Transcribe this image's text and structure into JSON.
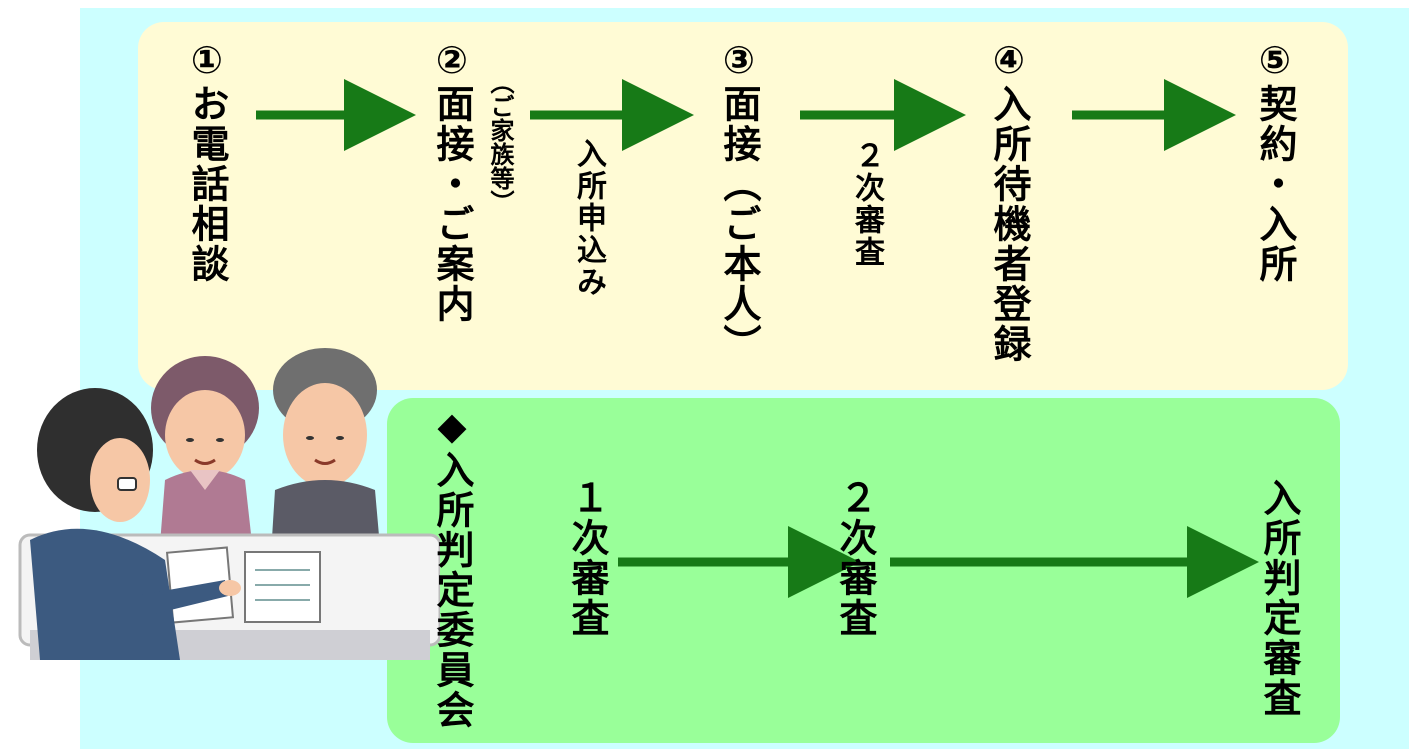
{
  "flow": {
    "steps": [
      {
        "label": "①お電話相談"
      },
      {
        "label": "②面接・ご案内",
        "note": "（ご家族等）"
      },
      {
        "label": "③面接（ご本人）"
      },
      {
        "label": "④入所待機者登録"
      },
      {
        "label": "⑤契約・入所"
      }
    ],
    "arrow_labels": [
      "入所申込み",
      "２次審査"
    ]
  },
  "committee": {
    "title": "◆入所判定委員会",
    "stages": [
      "１次審査",
      "２次審査",
      "入所判定審査"
    ]
  },
  "colors": {
    "outer_bg": "#ccffff",
    "top_box": "#fffbd5",
    "bottom_box": "#99ff99",
    "arrow": "#177a17"
  },
  "illustration": "consultation-illustration"
}
